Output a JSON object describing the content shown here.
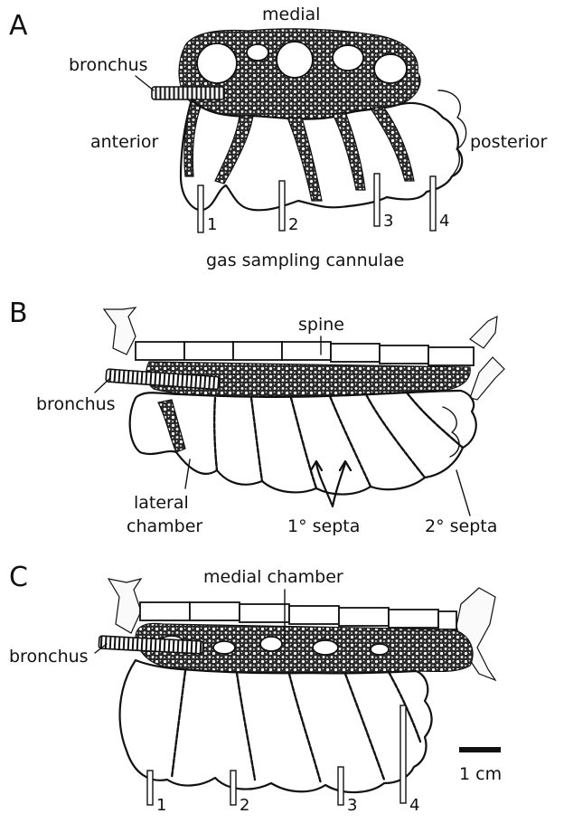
{
  "panels": {
    "a": {
      "letter": "A",
      "labels": {
        "medial": "medial",
        "bronchus": "bronchus",
        "anterior": "anterior",
        "posterior": "posterior",
        "cannulae": "gas sampling cannulae"
      },
      "cannula_numbers": [
        "1",
        "2",
        "3",
        "4"
      ]
    },
    "b": {
      "letter": "B",
      "labels": {
        "spine": "spine",
        "bronchus": "bronchus",
        "lateral_line1": "lateral",
        "lateral_line2": "chamber",
        "primary_septa": "1° septa",
        "secondary_septa": "2° septa"
      }
    },
    "c": {
      "letter": "C",
      "labels": {
        "medial_chamber": "medial chamber",
        "bronchus": "bronchus",
        "scale": "1 cm"
      },
      "cannula_numbers": [
        "1",
        "2",
        "3",
        "4"
      ]
    }
  }
}
